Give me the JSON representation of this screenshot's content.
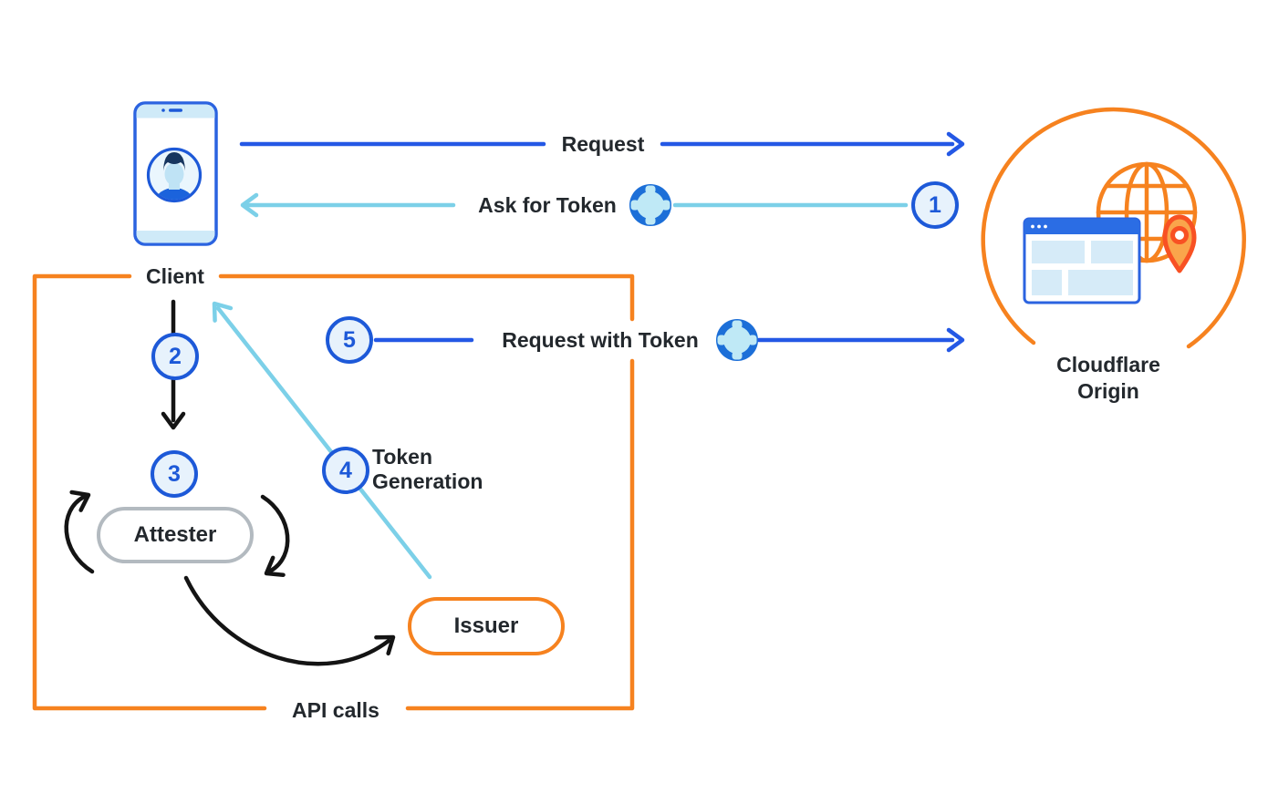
{
  "nodes": {
    "client": {
      "label": "Client",
      "icon": "mobile-phone-user-icon"
    },
    "cloudflare_origin": {
      "label": [
        "Cloudflare",
        "Origin"
      ],
      "icons": [
        "globe-icon",
        "browser-window-icon",
        "location-pin-icon",
        "orange-circle-outline"
      ]
    },
    "attester": {
      "label": "Attester"
    },
    "issuer": {
      "label": "Issuer"
    }
  },
  "api_box": {
    "label": "API calls"
  },
  "flows": {
    "request": {
      "label": "Request"
    },
    "ask_for_token": {
      "step": "1",
      "label": "Ask for Token",
      "has_token_icon": true
    },
    "client_to_attester": {
      "step": "2"
    },
    "attestation": {
      "step": "3"
    },
    "token_generation": {
      "step": "4",
      "label": [
        "Token",
        "Generation"
      ]
    },
    "request_with_token": {
      "step": "5",
      "label": "Request with Token",
      "has_token_icon": true
    }
  },
  "colors": {
    "dark_blue_arrow": "#2458e5",
    "light_blue_arrow": "#7cd0e8",
    "orange": "#f6821f",
    "pin_outline": "#f85123",
    "pin_fill": "#faa54b",
    "black_arrow": "#141414",
    "badge_border": "#1d59d8",
    "badge_fill": "#e7f2fc",
    "attester_border": "#b3bac0",
    "token_icon_outer": "#1c6fd8",
    "token_icon_inner": "#bfe9f6",
    "text": "#23282d"
  }
}
